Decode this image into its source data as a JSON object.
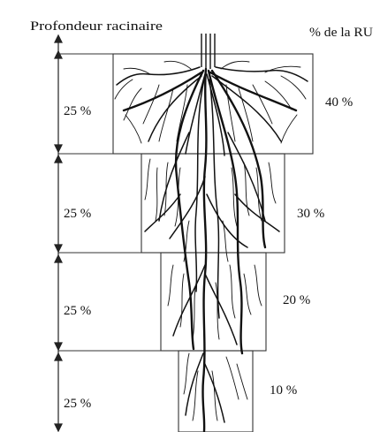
{
  "header": {
    "left_title": "Profondeur racinaire",
    "right_title": "% de la RU"
  },
  "zones": [
    {
      "depth_label": "25 %",
      "ru_label": "40 %"
    },
    {
      "depth_label": "25 %",
      "ru_label": "30 %"
    },
    {
      "depth_label": "25 %",
      "ru_label": "20 %"
    },
    {
      "depth_label": "25 %",
      "ru_label": "10 %"
    }
  ],
  "colors": {
    "ink": "#111111",
    "line": "#222222",
    "background": "#ffffff"
  }
}
